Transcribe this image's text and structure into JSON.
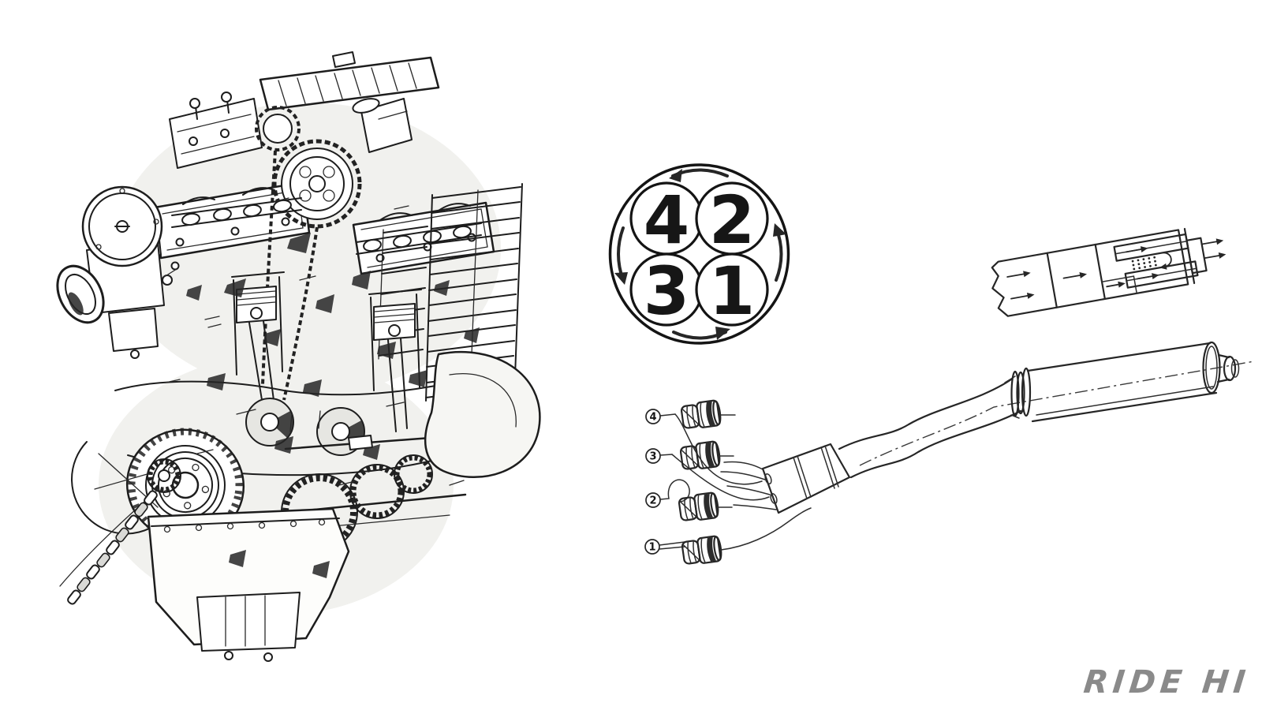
{
  "page": {
    "background": "#ffffff",
    "ink": "#1d1d1d"
  },
  "watermark": {
    "text": "RIDE HI",
    "color": "#8a8a8a"
  },
  "cylinder_order_diagram": {
    "description_icon": "firing-order-circle",
    "rotation_direction": "counterclockwise",
    "cylinders": [
      {
        "label": "4"
      },
      {
        "label": "2"
      },
      {
        "label": "3"
      },
      {
        "label": "1"
      }
    ]
  },
  "exhaust_parts_list": {
    "items": [
      {
        "number": "4"
      },
      {
        "number": "3"
      },
      {
        "number": "2"
      },
      {
        "number": "1"
      }
    ]
  }
}
